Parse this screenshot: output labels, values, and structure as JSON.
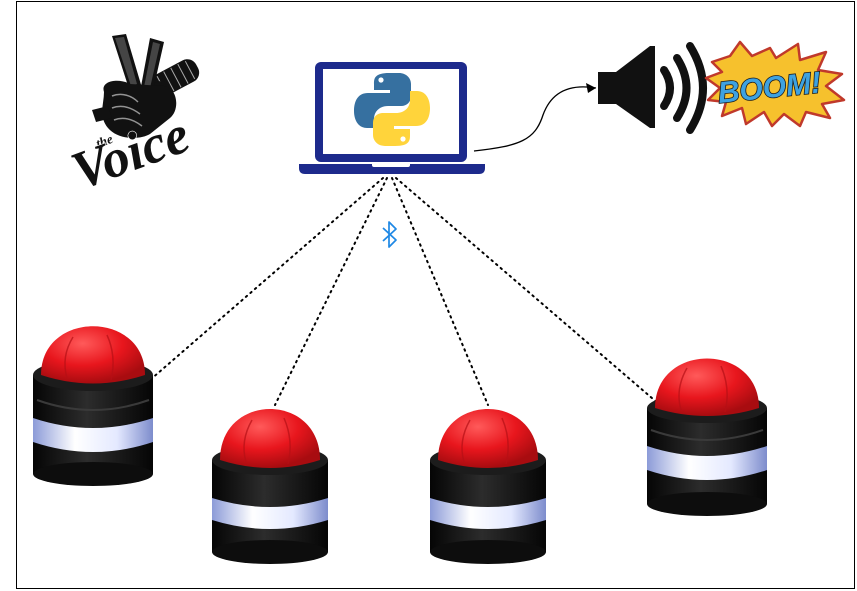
{
  "logo": {
    "small_word": "the",
    "main_word": "Voice"
  },
  "speaker": {
    "burst_text": "BOOM!"
  },
  "laptop": {
    "program_icon": "python-logo-icon"
  },
  "connection": {
    "icon": "bluetooth-icon"
  },
  "buttons": [
    {
      "name": "buzzer-1"
    },
    {
      "name": "buzzer-2"
    },
    {
      "name": "buzzer-3"
    },
    {
      "name": "buzzer-4"
    }
  ],
  "colors": {
    "laptop": "#1d2a8c",
    "bluetooth": "#1e88e5",
    "python_blue": "#3670a0",
    "python_yellow": "#ffd43b",
    "buzzer_red": "#e8161d",
    "buzzer_base": "#1a1a1a",
    "led_ring": "#dde4ff",
    "boom_fill": "#3ea2e0",
    "boom_burst": "#f6c12d",
    "boom_outline": "#c0392b"
  }
}
